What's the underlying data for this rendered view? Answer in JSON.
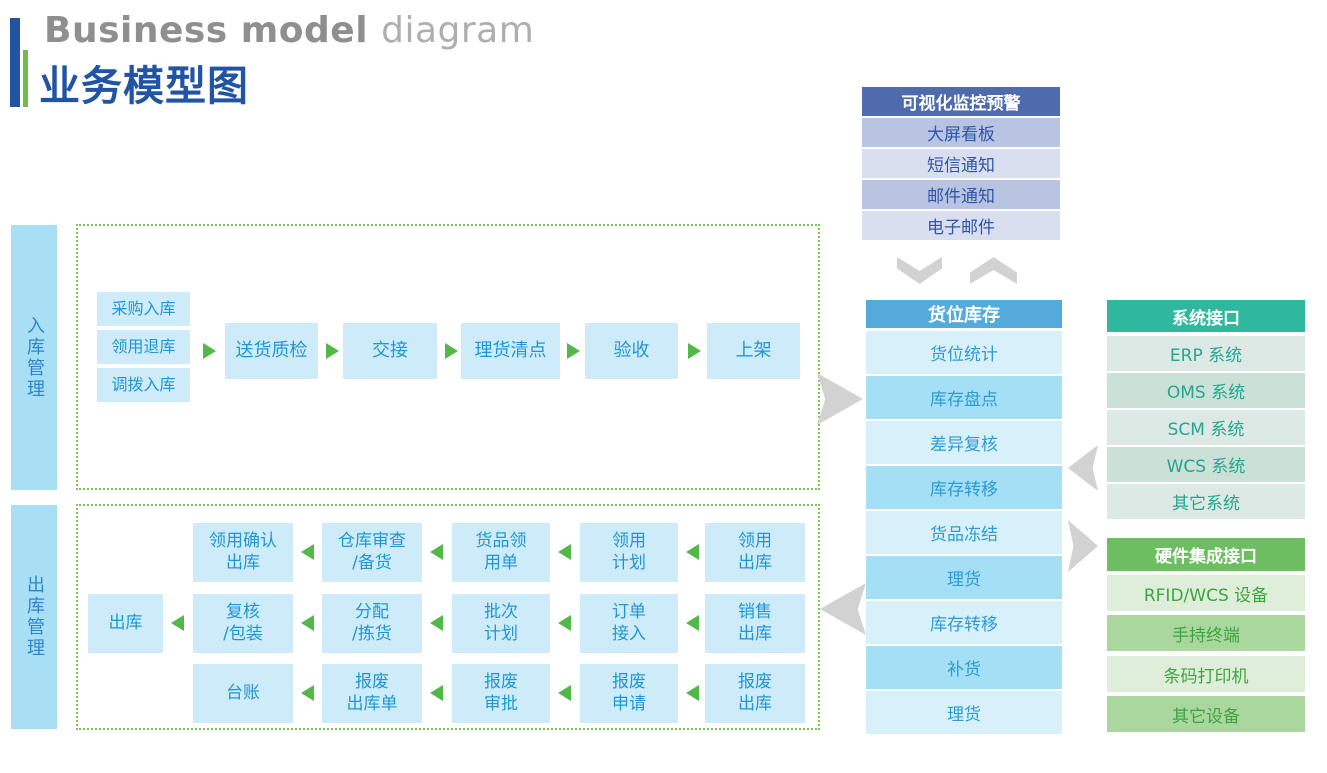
{
  "title": {
    "en_bold": "Business model",
    "en_light": "diagram",
    "zh": "业务模型图"
  },
  "monitor_panel": {
    "header": "可视化监控预警",
    "items": [
      "大屏看板",
      "短信通知",
      "邮件通知",
      "电子邮件"
    ]
  },
  "inventory_panel": {
    "header": "货位库存",
    "items": [
      "货位统计",
      "库存盘点",
      "差异复核",
      "库存转移",
      "货品冻结",
      "理货",
      "库存转移",
      "补货",
      "理货"
    ]
  },
  "system_panel": {
    "header": "系统接口",
    "items": [
      "ERP 系统",
      "OMS 系统",
      "SCM 系统",
      "WCS 系统",
      "其它系统"
    ]
  },
  "hardware_panel": {
    "header": "硬件集成接口",
    "items": [
      "RFID/WCS 设备",
      "手持终端",
      "条码打印机",
      "其它设备"
    ]
  },
  "inbound": {
    "label": "入库管理",
    "sources": [
      "采购入库",
      "领用退库",
      "调拨入库"
    ],
    "flow": [
      "送货质检",
      "交接",
      "理货清点",
      "验收",
      "上架"
    ]
  },
  "outbound": {
    "label": "出库管理",
    "row1": [
      "领用确认\n出库",
      "仓库审查\n/备货",
      "货品领\n用单",
      "领用\n计划",
      "领用\n出库"
    ],
    "row2": [
      "出库",
      "复核\n/包装",
      "分配\n/拣货",
      "批次\n计划",
      "订单\n接入",
      "销售\n出库"
    ],
    "row3": [
      "台账",
      "报废\n出库单",
      "报废\n审批",
      "报废\n申请",
      "报废\n出库"
    ]
  },
  "colors": {
    "title_blue": "#2155A4",
    "accent_green_bar": "#6CBF4E",
    "flow_box_bg": "#CDEBF9",
    "flow_text": "#2196D3",
    "green_arrow": "#52B848",
    "dotted_border": "#7CC656",
    "monitor_header_bg": "#4E6BAE",
    "inventory_header_bg": "#54ABDB",
    "system_header_bg": "#2FB89E",
    "hardware_header_bg": "#6CBE60",
    "gray_arrow": "#D2D2D2"
  }
}
